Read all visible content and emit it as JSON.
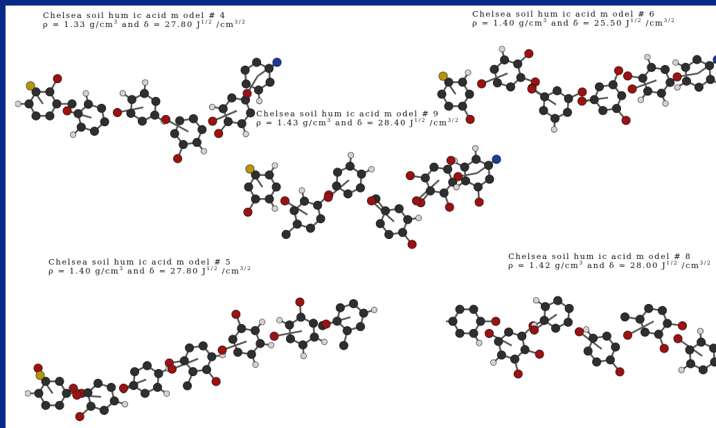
{
  "colors": {
    "frame": "#0a2a8a",
    "carbon": "#2f2f2f",
    "oxygen": "#9a1212",
    "hydrogen": "#d9d0d0",
    "nitrogen": "#1d3b9a",
    "sulfur": "#b8950f",
    "bond": "#5a5a5a"
  },
  "panels": [
    {
      "id": "model-4",
      "title": "Chelsea soil hum ic acid  m odel  # 4",
      "rho": "1.33",
      "delta": "27.80"
    },
    {
      "id": "model-6",
      "title": "Chelsea soil hum ic acid  m odel  #  6",
      "rho": "1.40",
      "delta": "25.50"
    },
    {
      "id": "model-9",
      "title": "Chelsea soil hum ic acid  m odel  #  9",
      "rho": "1.43",
      "delta": "28.40"
    },
    {
      "id": "model-5",
      "title": "Chelsea soil hum ic acid  m odel  #  5",
      "rho": "1.40",
      "delta": "27.80"
    },
    {
      "id": "model-8",
      "title": "Chelsea soil hum ic acid  m odel  #  8",
      "rho": "1.42",
      "delta": "28.00"
    }
  ],
  "labels": {
    "rho_prefix": "ρ = ",
    "rho_unit": " g/cm",
    "cube": "3",
    "and": "  and  ",
    "delta_prefix": "δ = ",
    "j_unit": " J",
    "half": "1/2",
    "cm_unit": " /cm",
    "three_halves": "3/2"
  }
}
